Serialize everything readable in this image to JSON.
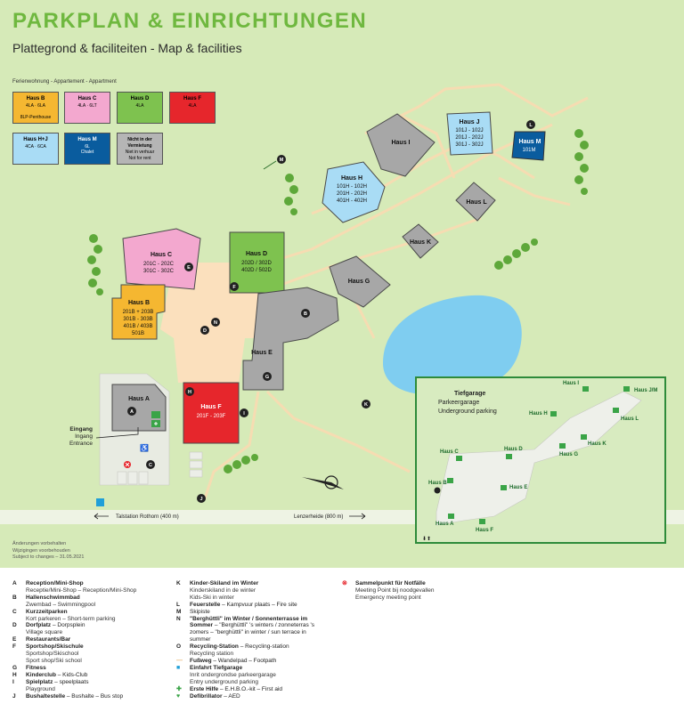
{
  "header": {
    "title": "PARKPLAN & EINRICHTUNGEN",
    "subtitle": "Plattegrond & faciliteiten - Map & facilities"
  },
  "legend": {
    "heading": "Ferienwohnung - Appartement - Appartment",
    "items": [
      {
        "name": "Haus B",
        "detail": "4LA · 6LA",
        "extra": "8LP-Penthouse",
        "color": "#f5b731"
      },
      {
        "name": "Haus C",
        "detail": "4LA · 6LT",
        "extra": "",
        "color": "#f3a8cf"
      },
      {
        "name": "Haus D",
        "detail": "4LA",
        "extra": "",
        "color": "#7ec24f"
      },
      {
        "name": "Haus F",
        "detail": "4LA",
        "extra": "",
        "color": "#e6262c"
      },
      {
        "name": "Haus H+J",
        "detail": "4CA · 6CA",
        "extra": "",
        "color": "#a9dcf5"
      },
      {
        "name": "Haus M",
        "detail": "6L",
        "extra": "Chalet",
        "color": "#0a5c9e"
      },
      {
        "name": "Nicht in der Vermietung",
        "detail": "Niet in verhuur",
        "extra": "Not for rent",
        "color": "#b5b5b5"
      }
    ]
  },
  "buildings": {
    "A": {
      "name": "Haus A"
    },
    "B": {
      "name": "Haus B",
      "units": [
        "201B + 203B",
        "301B - 303B",
        "401B / 403B",
        "501B"
      ]
    },
    "C": {
      "name": "Haus C",
      "units": [
        "201C - 202C",
        "301C - 302C"
      ]
    },
    "D": {
      "name": "Haus D",
      "units": [
        "202D / 302D",
        "402D / 502D"
      ]
    },
    "E": {
      "name": "Haus E"
    },
    "F": {
      "name": "Haus F",
      "units": [
        "201F - 203F"
      ]
    },
    "G": {
      "name": "Haus G"
    },
    "H": {
      "name": "Haus H",
      "units": [
        "101H - 102H",
        "201H - 202H",
        "401H - 402H"
      ]
    },
    "I": {
      "name": "Haus I"
    },
    "J": {
      "name": "Haus J",
      "units": [
        "101J - 102J",
        "201J - 202J",
        "301J - 302J"
      ]
    },
    "K": {
      "name": "Haus K"
    },
    "L": {
      "name": "Haus L"
    },
    "M": {
      "name": "Haus M",
      "units": [
        "101M"
      ]
    }
  },
  "entrance": {
    "label": "Eingang",
    "nl": "Ingang",
    "en": "Entrance"
  },
  "roads": {
    "left": "Talstation Rothorn (400 m)",
    "right": "Lenzerheide (800 m)"
  },
  "garage": {
    "title": "Tiefgarage",
    "nl": "Parkeergarage",
    "en": "Underground parking",
    "labels": [
      "Haus I",
      "Haus J/M",
      "Haus H",
      "Haus L",
      "Haus D",
      "Haus K",
      "Haus C",
      "Haus G",
      "Haus B",
      "Haus E",
      "Haus A",
      "Haus F"
    ]
  },
  "footnote": [
    "Änderungen vorbehalten",
    "Wijzigingen voorbehouden",
    "Subject to changes – 31.05.2021"
  ],
  "key": {
    "col1": [
      {
        "letter": "A",
        "title": "Reception/Mini-Shop",
        "sub": "Receptie/Mini-Shop – Reception/Mini-Shop"
      },
      {
        "letter": "B",
        "title": "Hallenschwimmbad",
        "sub": "Zwembad – Swimmingpool"
      },
      {
        "letter": "C",
        "title": "Kurzzeitparken",
        "sub": "Kort parkeren – Short-term parking"
      },
      {
        "letter": "D",
        "title": "Dorfplatz",
        "rest": " – Dorpsplein",
        "sub": "Village square"
      },
      {
        "letter": "E",
        "title": "Restaurants/Bar",
        "sub": ""
      },
      {
        "letter": "F",
        "title": "Sportshop/Skischule",
        "sub": "Sportshop/Skischool",
        "sub2": "Sport shop/Ski school"
      },
      {
        "letter": "G",
        "title": "Fitness",
        "sub": ""
      },
      {
        "letter": "H",
        "title": "Kinderclub",
        "rest": " – Kids-Club",
        "sub": ""
      },
      {
        "letter": "I",
        "title": "Spielplatz",
        "rest": " – speelplaats",
        "sub": "Playground"
      },
      {
        "letter": "J",
        "title": "Bushaltestelle",
        "rest": " – Bushalte – Bus stop",
        "sub": ""
      }
    ],
    "col2": [
      {
        "letter": "K",
        "title": "Kinder-Skiland im Winter",
        "sub": "Kinderskiland in de winter",
        "sub2": "Kids-Ski in winter"
      },
      {
        "letter": "L",
        "title": "Feuerstelle",
        "rest": " – Kampvuur plaats – Fire site",
        "sub": ""
      },
      {
        "letter": "M",
        "title": "",
        "rest": "Skipiste",
        "sub": ""
      },
      {
        "letter": "N",
        "title": "\"Berghüttli\" im Winter / Sonnenterrasse im Sommer",
        "rest": " – \"Berghüttli\" 's winters / zonneterras 's zomers – \"berghüttli\" in winter / sun terrace in summer",
        "sub": ""
      },
      {
        "letter": "O",
        "title": "Recycling-Station",
        "rest": " – Recycling-station",
        "sub": "Recycling station"
      },
      {
        "letter": "",
        "title": "Fußweg",
        "rest": " – Wandelpad – Footpath",
        "sub": ""
      },
      {
        "letter": "",
        "title": "Einfahrt Tiefgarage",
        "sub": "Inrit ondergrondse parkeergarage",
        "sub2": "Entry underground parking"
      },
      {
        "letter": "",
        "title": "Erste Hilfe",
        "rest": " – E.H.B.O.-kit – First aid",
        "sub": ""
      },
      {
        "letter": "",
        "title": "Defibrillator",
        "rest": " – AED",
        "sub": ""
      }
    ],
    "col3": [
      {
        "title": "Sammelpunkt für Notfälle",
        "sub": "Meeting Point bij noodgevallen",
        "sub2": "Emergency meeting point"
      }
    ]
  }
}
